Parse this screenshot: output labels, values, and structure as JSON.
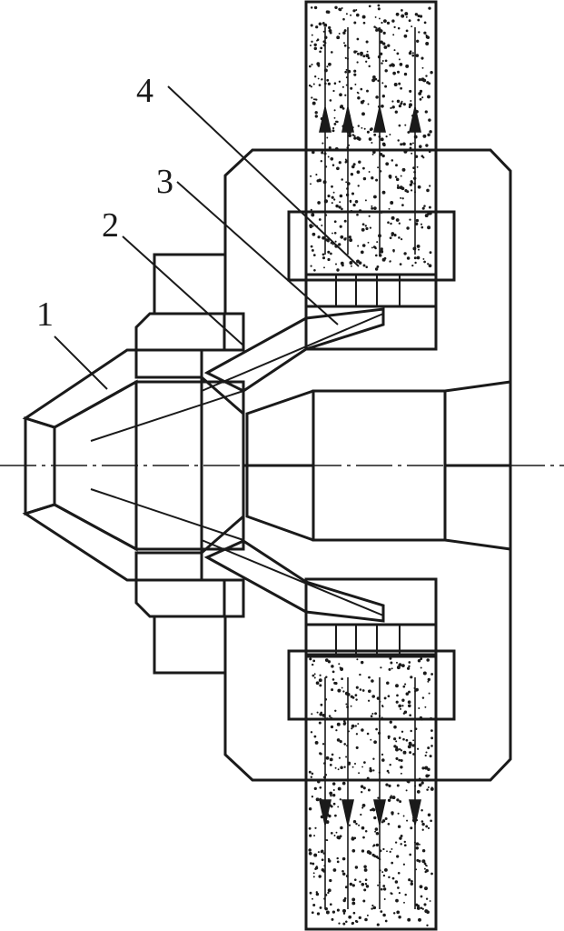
{
  "figure": {
    "labels": [
      {
        "id": "part-1",
        "text": "1"
      },
      {
        "id": "part-2",
        "text": "2"
      },
      {
        "id": "part-3",
        "text": "3"
      },
      {
        "id": "part-4",
        "text": "4"
      }
    ],
    "colors": {
      "line": "#1a1a1a",
      "wheel_fill": "#f6dde4",
      "background": "#ffffff"
    }
  }
}
